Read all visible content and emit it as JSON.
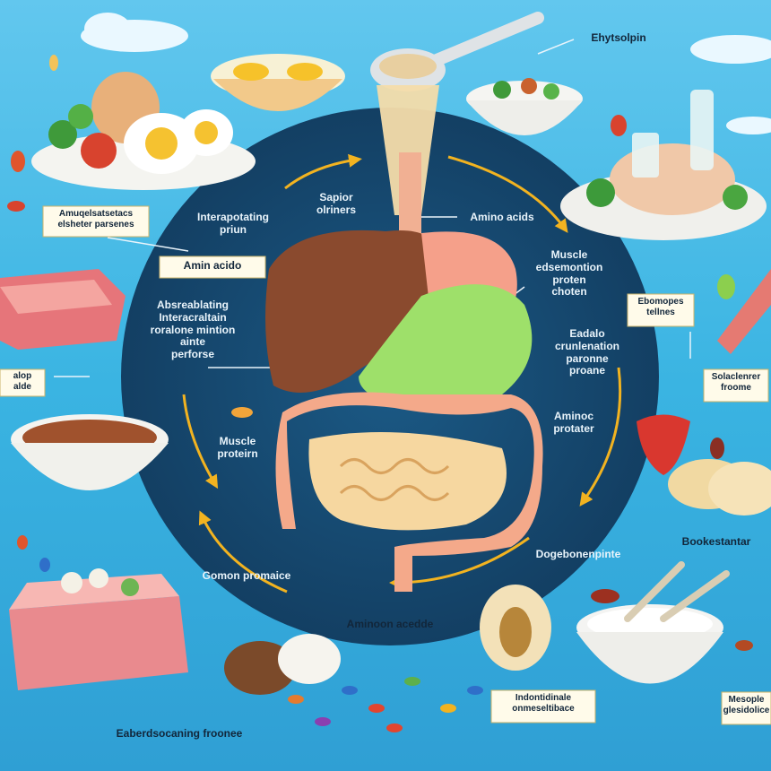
{
  "labels": {
    "top_right_title": "Ehytsolpin",
    "left_box": "Amuqelsatsetacs\nelsheter parsenes",
    "center_top_1": "Sapior\nolriners",
    "center_top_2": "Amino acids",
    "left_mid": "Interapotating\npriun",
    "left_box_2": "Amin acido",
    "right_upper": "Muscle\nedsemontion\nproten\nchoten",
    "right_box_1": "Ebomopes\ntellnes",
    "left_center_block": "Absreablating\nInteracraltain\nroralone mintion\nainte\nperforse",
    "left_edge": "alop\nalde",
    "right_mid": "Eadalo\ncrunlenation\nparonne\nproane",
    "right_box_2": "Solaclenrer\nfroome",
    "muscle_left": "Muscle\nproteirn",
    "aminoc": "Aminoc\nprotater",
    "right_bottom_head": "Bookestantar",
    "dogebone": "Dogebonenpinte",
    "gomon": "Gomon promaice",
    "amino_bottom": "Aminoon acedde",
    "bottom_box": "Indontidinale\nonmeseltibace",
    "bottom_right_box": "Mesople\nglesidolice",
    "bottom_left": "Eaberdsocaning froonee"
  },
  "colors": {
    "sky": "#5fc6ec",
    "sea": "#2aa6d9",
    "circle": "#164a6e",
    "liver": "#8a4a2e",
    "stomach": "#9ee06a",
    "intestine": "#f4a98a",
    "small_intestine": "#f6d7a0",
    "arrow": "#f2b320"
  }
}
